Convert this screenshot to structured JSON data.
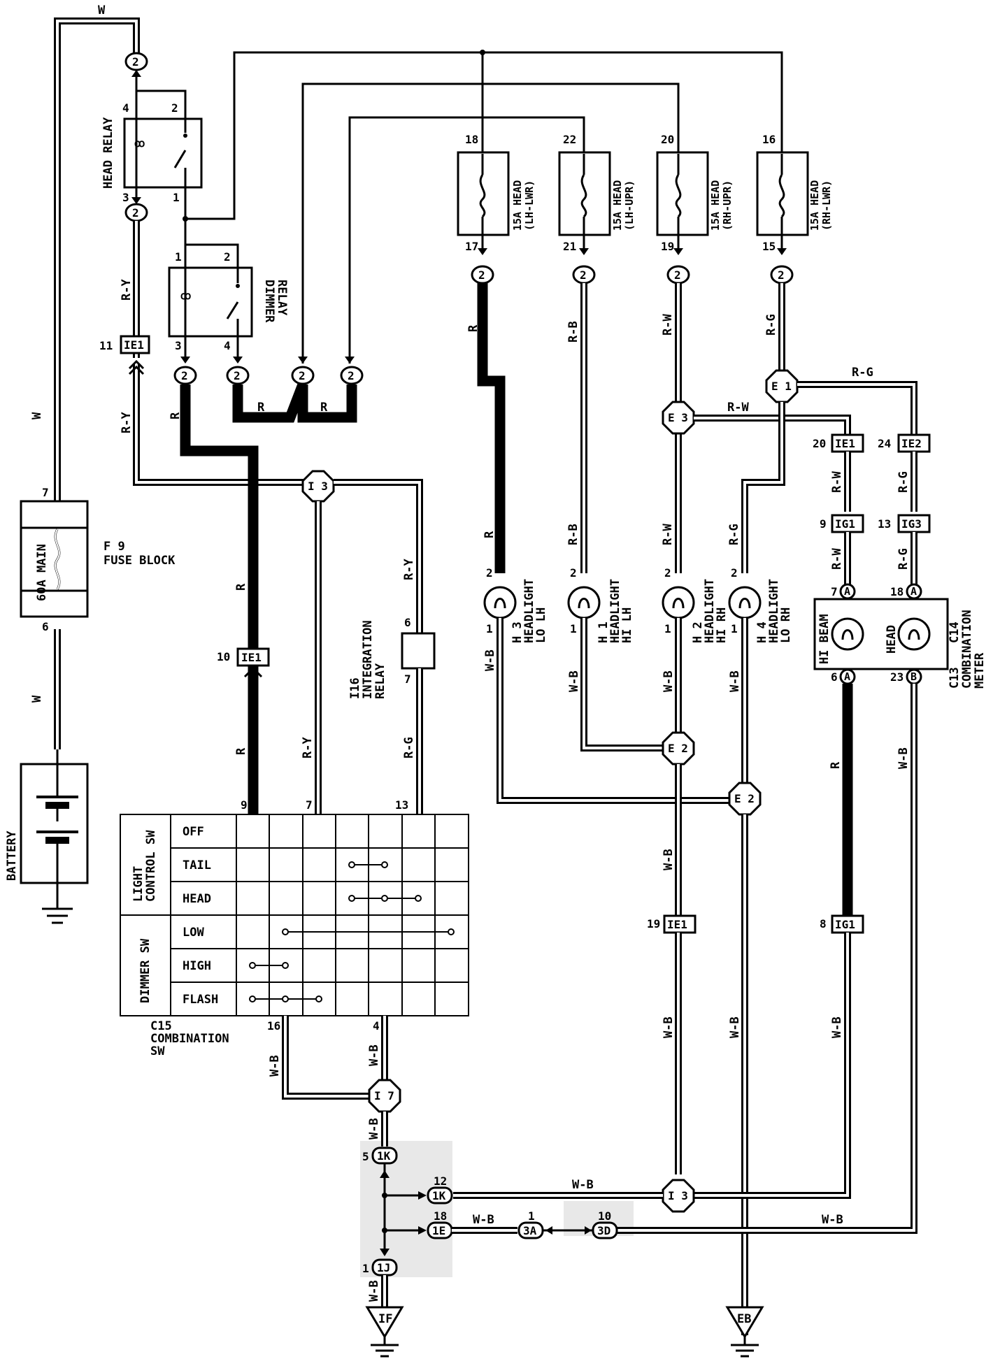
{
  "wire_colors": {
    "top": "W",
    "ry": "R-Y",
    "r": "R",
    "rb": "R-B",
    "rw": "R-W",
    "rg": "R-G",
    "wb": "W-B"
  },
  "components": {
    "head_relay": "HEAD RELAY",
    "dimmer_relay": [
      "DIMMER",
      "RELAY"
    ],
    "fuse_main": "60A MAIN",
    "fuse_block": [
      "F 9",
      "FUSE BLOCK"
    ],
    "battery": "BATTERY",
    "integration_relay": [
      "I16",
      "INTEGRATION",
      "RELAY"
    ],
    "combination_sw": [
      "C15",
      "COMBINATION",
      "SW"
    ],
    "combination_meter": [
      "C13",
      "C14",
      "COMBINATION",
      "METER"
    ],
    "meter_hi_beam": "HI BEAM",
    "meter_head": "HEAD"
  },
  "fuses": [
    {
      "top_pin": "18",
      "bottom_pin": "17",
      "label": [
        "15A HEAD",
        "(LH-LWR)"
      ]
    },
    {
      "top_pin": "22",
      "bottom_pin": "21",
      "label": [
        "15A HEAD",
        "(LH-UPR)"
      ]
    },
    {
      "top_pin": "20",
      "bottom_pin": "19",
      "label": [
        "15A HEAD",
        "(RH-UPR)"
      ]
    },
    {
      "top_pin": "16",
      "bottom_pin": "15",
      "label": [
        "15A HEAD",
        "(RH-LWR)"
      ]
    }
  ],
  "headlights": [
    {
      "id": "H 3",
      "label": [
        "HEADLIGHT",
        "LO LH"
      ]
    },
    {
      "id": "H 1",
      "label": [
        "HEADLIGHT",
        "HI LH"
      ]
    },
    {
      "id": "H 2",
      "label": [
        "HEADLIGHT",
        "HI RH"
      ]
    },
    {
      "id": "H 4",
      "label": [
        "HEADLIGHT",
        "LO RH"
      ]
    }
  ],
  "switch_table": {
    "group_light": [
      "LIGHT",
      "CONTROL SW"
    ],
    "group_dimmer": "DIMMER SW",
    "rows": [
      "OFF",
      "TAIL",
      "HEAD",
      "LOW",
      "HIGH",
      "FLASH"
    ]
  },
  "connectors": {
    "c2": "2",
    "ie1": "IE1",
    "ie2": "IE2",
    "ig1": "IG1",
    "ig3": "IG3",
    "i3": "I 3",
    "i7": "I 7",
    "e1": "E 1",
    "e2": "E 2",
    "e3": "E 3",
    "k1": "1K",
    "e1b": "1E",
    "j1": "1J",
    "a3": "3A",
    "d3": "3D",
    "ca": "A",
    "cb": "B"
  },
  "grounds": [
    "IF",
    "EB"
  ],
  "pins": {
    "p1": "1",
    "p2": "2",
    "p3": "3",
    "p4": "4",
    "p5": "5",
    "p6": "6",
    "p7": "7",
    "p8": "8",
    "p9": "9",
    "p10": "10",
    "p11": "11",
    "p12": "12",
    "p13": "13",
    "p16": "16",
    "p18": "18",
    "p19": "19",
    "p20": "20",
    "p23": "23",
    "p24": "24"
  }
}
